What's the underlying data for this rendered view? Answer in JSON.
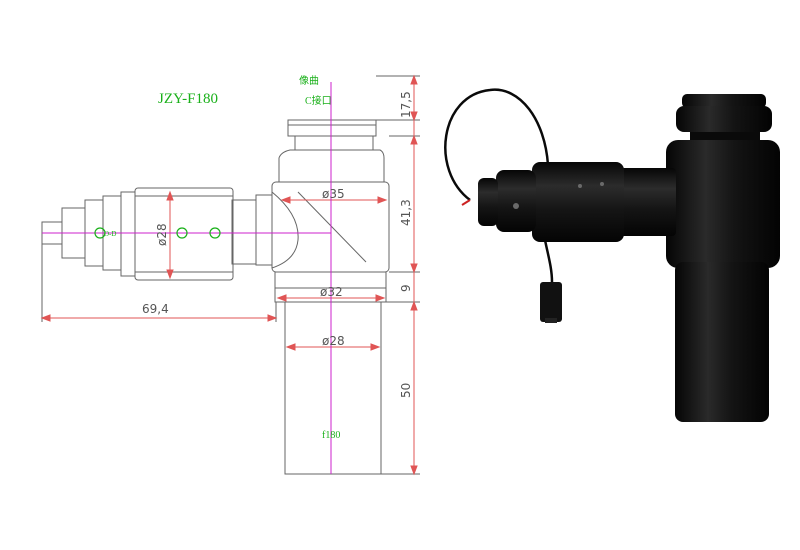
{
  "drawing": {
    "model_label": "JZY-F180",
    "top_label_line1": "像曲",
    "top_label_line2": "C接口",
    "lens_label": "f180",
    "small_label": "O-D",
    "dim_35": "ø35",
    "dim_32": "ø32",
    "dim_28_side": "ø28",
    "dim_28_bottom": "ø28",
    "dim_17_5": "17,5",
    "dim_41_3": "41,3",
    "dim_9": "9",
    "dim_50": "50",
    "dim_69_4": "69,4"
  },
  "colors": {
    "outline": "#666666",
    "green": "#19b019",
    "magenta": "#cc22cc",
    "red": "#e05555",
    "photo_body": "#111111"
  }
}
